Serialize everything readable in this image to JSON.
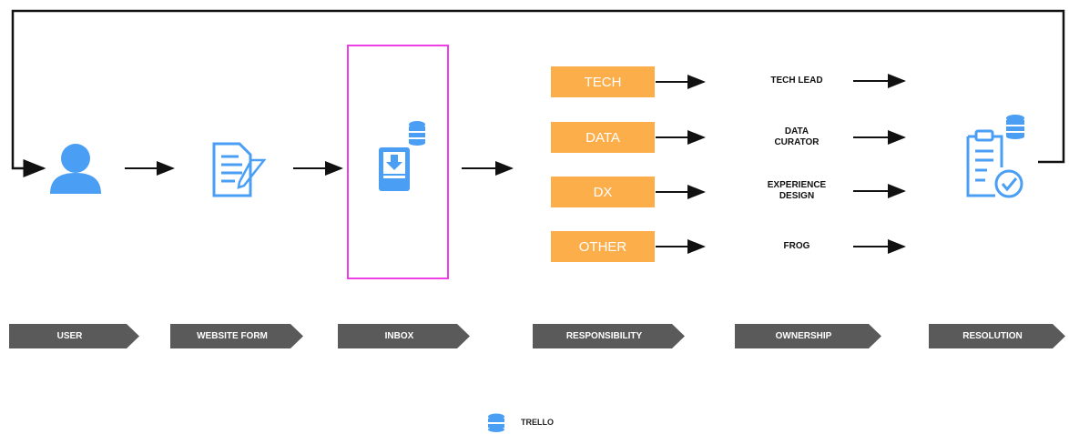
{
  "categories": [
    "TECH",
    "DATA",
    "DX",
    "OTHER"
  ],
  "owners": [
    {
      "line1": "TECH LEAD",
      "line2": ""
    },
    {
      "line1": "DATA",
      "line2": "CURATOR"
    },
    {
      "line1": "EXPERIENCE",
      "line2": "DESIGN"
    },
    {
      "line1": "FROG",
      "line2": ""
    }
  ],
  "stages": [
    "USER",
    "WEBSITE FORM",
    "INBOX",
    "RESPONSIBILITY",
    "OWNERSHIP",
    "RESOLUTION"
  ],
  "legend": {
    "label": "TRELLO",
    "icon": "database-icon"
  },
  "colors": {
    "icon_blue": "#4a9ff5",
    "category_orange": "#fcae4b",
    "inbox_highlight": "#ee3ee8",
    "stage_gray": "#5a5a5a"
  }
}
